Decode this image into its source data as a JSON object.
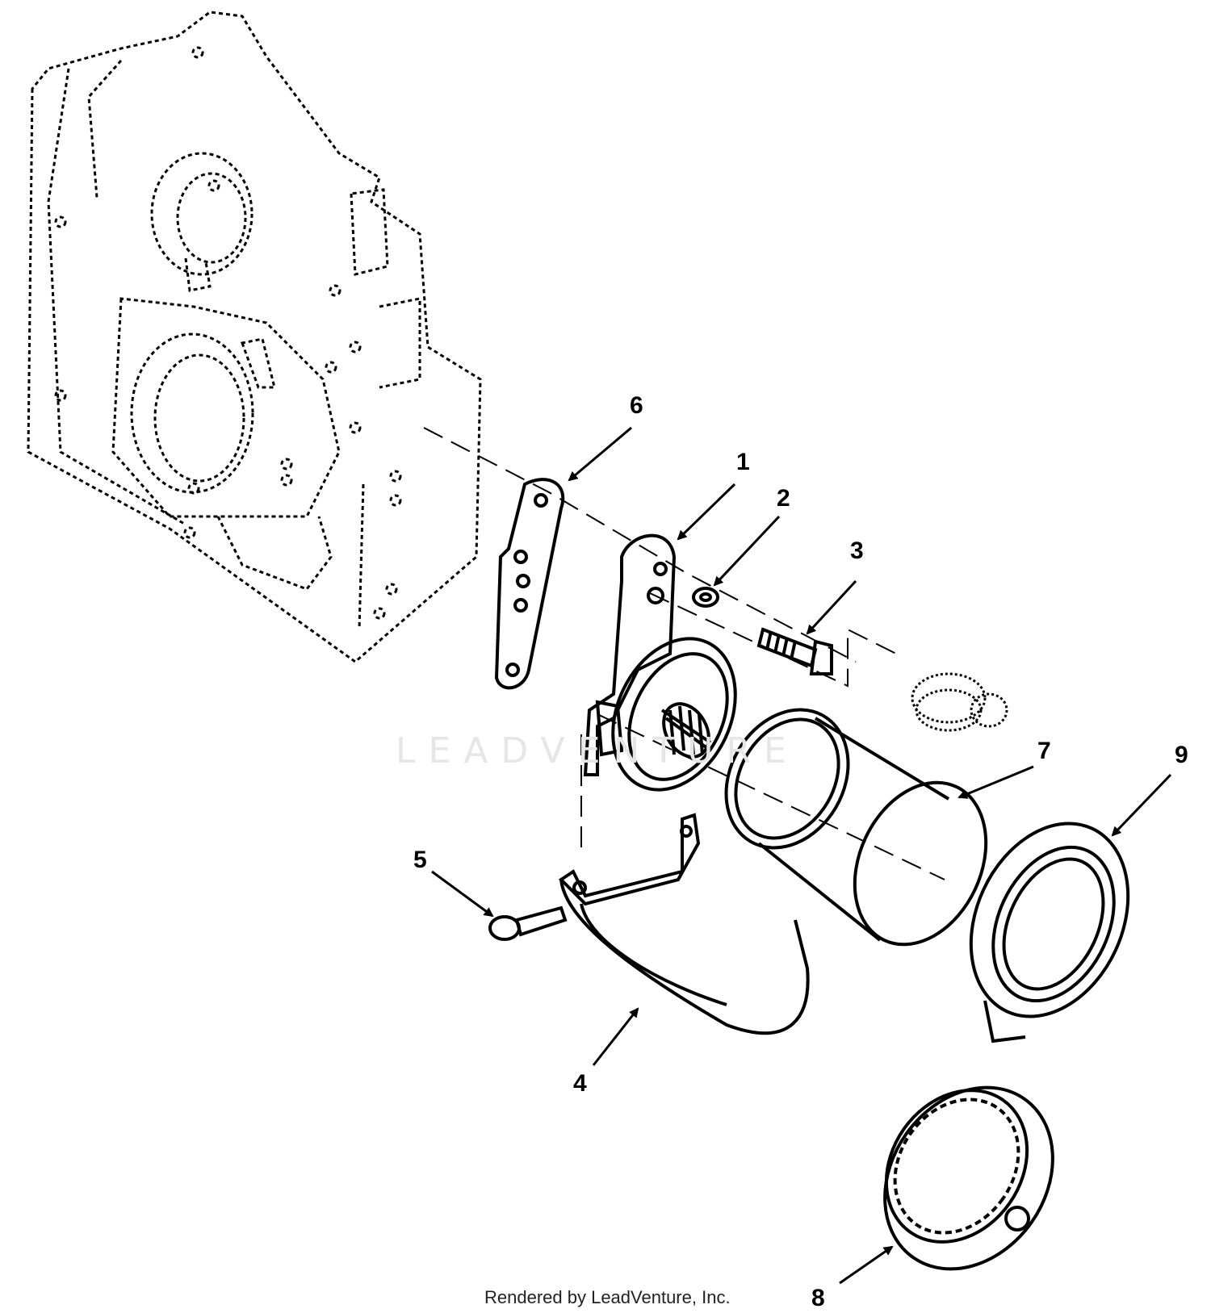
{
  "callouts": {
    "n1": "1",
    "n2": "2",
    "n3": "3",
    "n4": "4",
    "n5": "5",
    "n6": "6",
    "n7": "7",
    "n8": "8",
    "n9": "9"
  },
  "watermark": "LEADVENTURE",
  "footer": "Rendered by LeadVenture, Inc.",
  "colors": {
    "ink": "#000000",
    "watermark": "#e6e6e6",
    "background": "#ffffff"
  }
}
